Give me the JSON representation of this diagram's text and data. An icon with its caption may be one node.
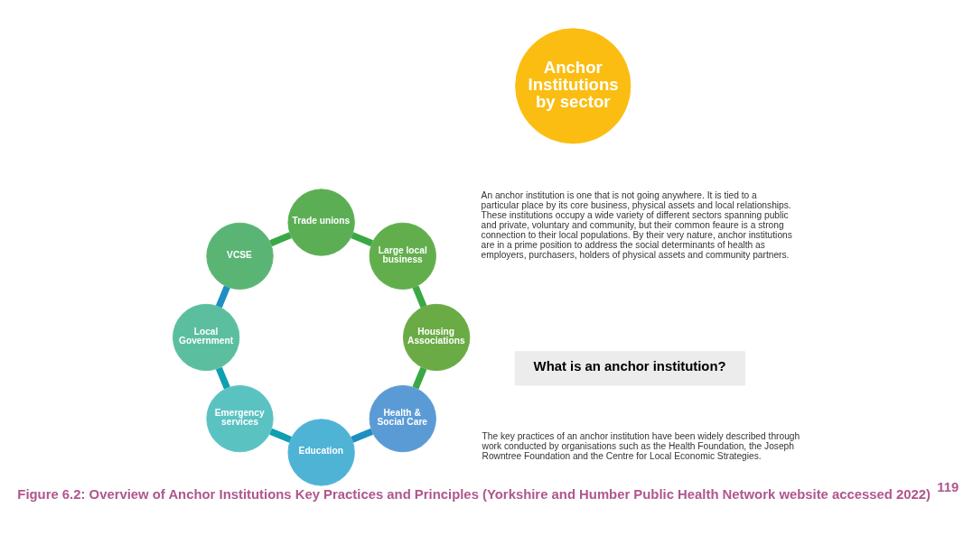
{
  "diagram": {
    "caption": "Figure 6.2: Overview of Anchor Institutions Key Practices and Principles (Yorkshire and Humber Public Health Network website accessed 2022) $^{119}$",
    "nodes": [
      {
        "text": [
          "Health & Social Care"
        ]
      },
      {
        "text": [
          "Education"
        ]
      },
      {
        "text": [
          "Emergency services"
        ]
      },
      {
        "text": [
          "Local Government"
        ]
      },
      {
        "text": [
          "VCSE"
        ]
      },
      {
        "text": [
          "Trade unions"
        ]
      },
      {
        "text": [
          "Large local business"
        ]
      },
      {
        "text": [
          "Housing Associations"
        ]
      },
      {
        "text": [
          "Anchor Institutions by sector"
        ]
      },
      {
        "text": [
          "What is an anchor institution?"
        ]
      }
    ],
    "edges": [
      {
        "from": 0,
        "to": 1,
        "arrow": "none",
        "color": "#1e8fc0"
      },
      {
        "from": 1,
        "to": 2,
        "arrow": "none",
        "color": "#0f9fb0"
      },
      {
        "from": 2,
        "to": 3,
        "arrow": "none",
        "color": "#0f9fb0"
      },
      {
        "from": 3,
        "to": 4,
        "arrow": "none",
        "color": "#1e8fc0"
      },
      {
        "from": 4,
        "to": 5,
        "arrow": "none"
      },
      {
        "from": 5,
        "to": 6,
        "arrow": "none"
      },
      {
        "from": 6,
        "to": 7,
        "arrow": "none"
      },
      {
        "from": 7,
        "to": 0,
        "arrow": "none"
      }
    ],
    "labels": [
      "An anchor institution is one that is not going anywhere. It is tied to a particular place by its core business, physical assets and local relationships. These institutions occupy a wide variety of different sectors spanning public and private, voluntary and community, but their common feaure is a strong connection to their local populations. By their very nature, anchor institutions are in a prime position to address the social determinants of health as employers, purchasers, holders of physical assets and community partners.",
      "The key practices of an anchor institution have been widely described through work conducted by organisations such as the Health Foundation, the Joseph Rowntree Foundation and the Centre for Local Economic Strategies."
    ]
  }
}
